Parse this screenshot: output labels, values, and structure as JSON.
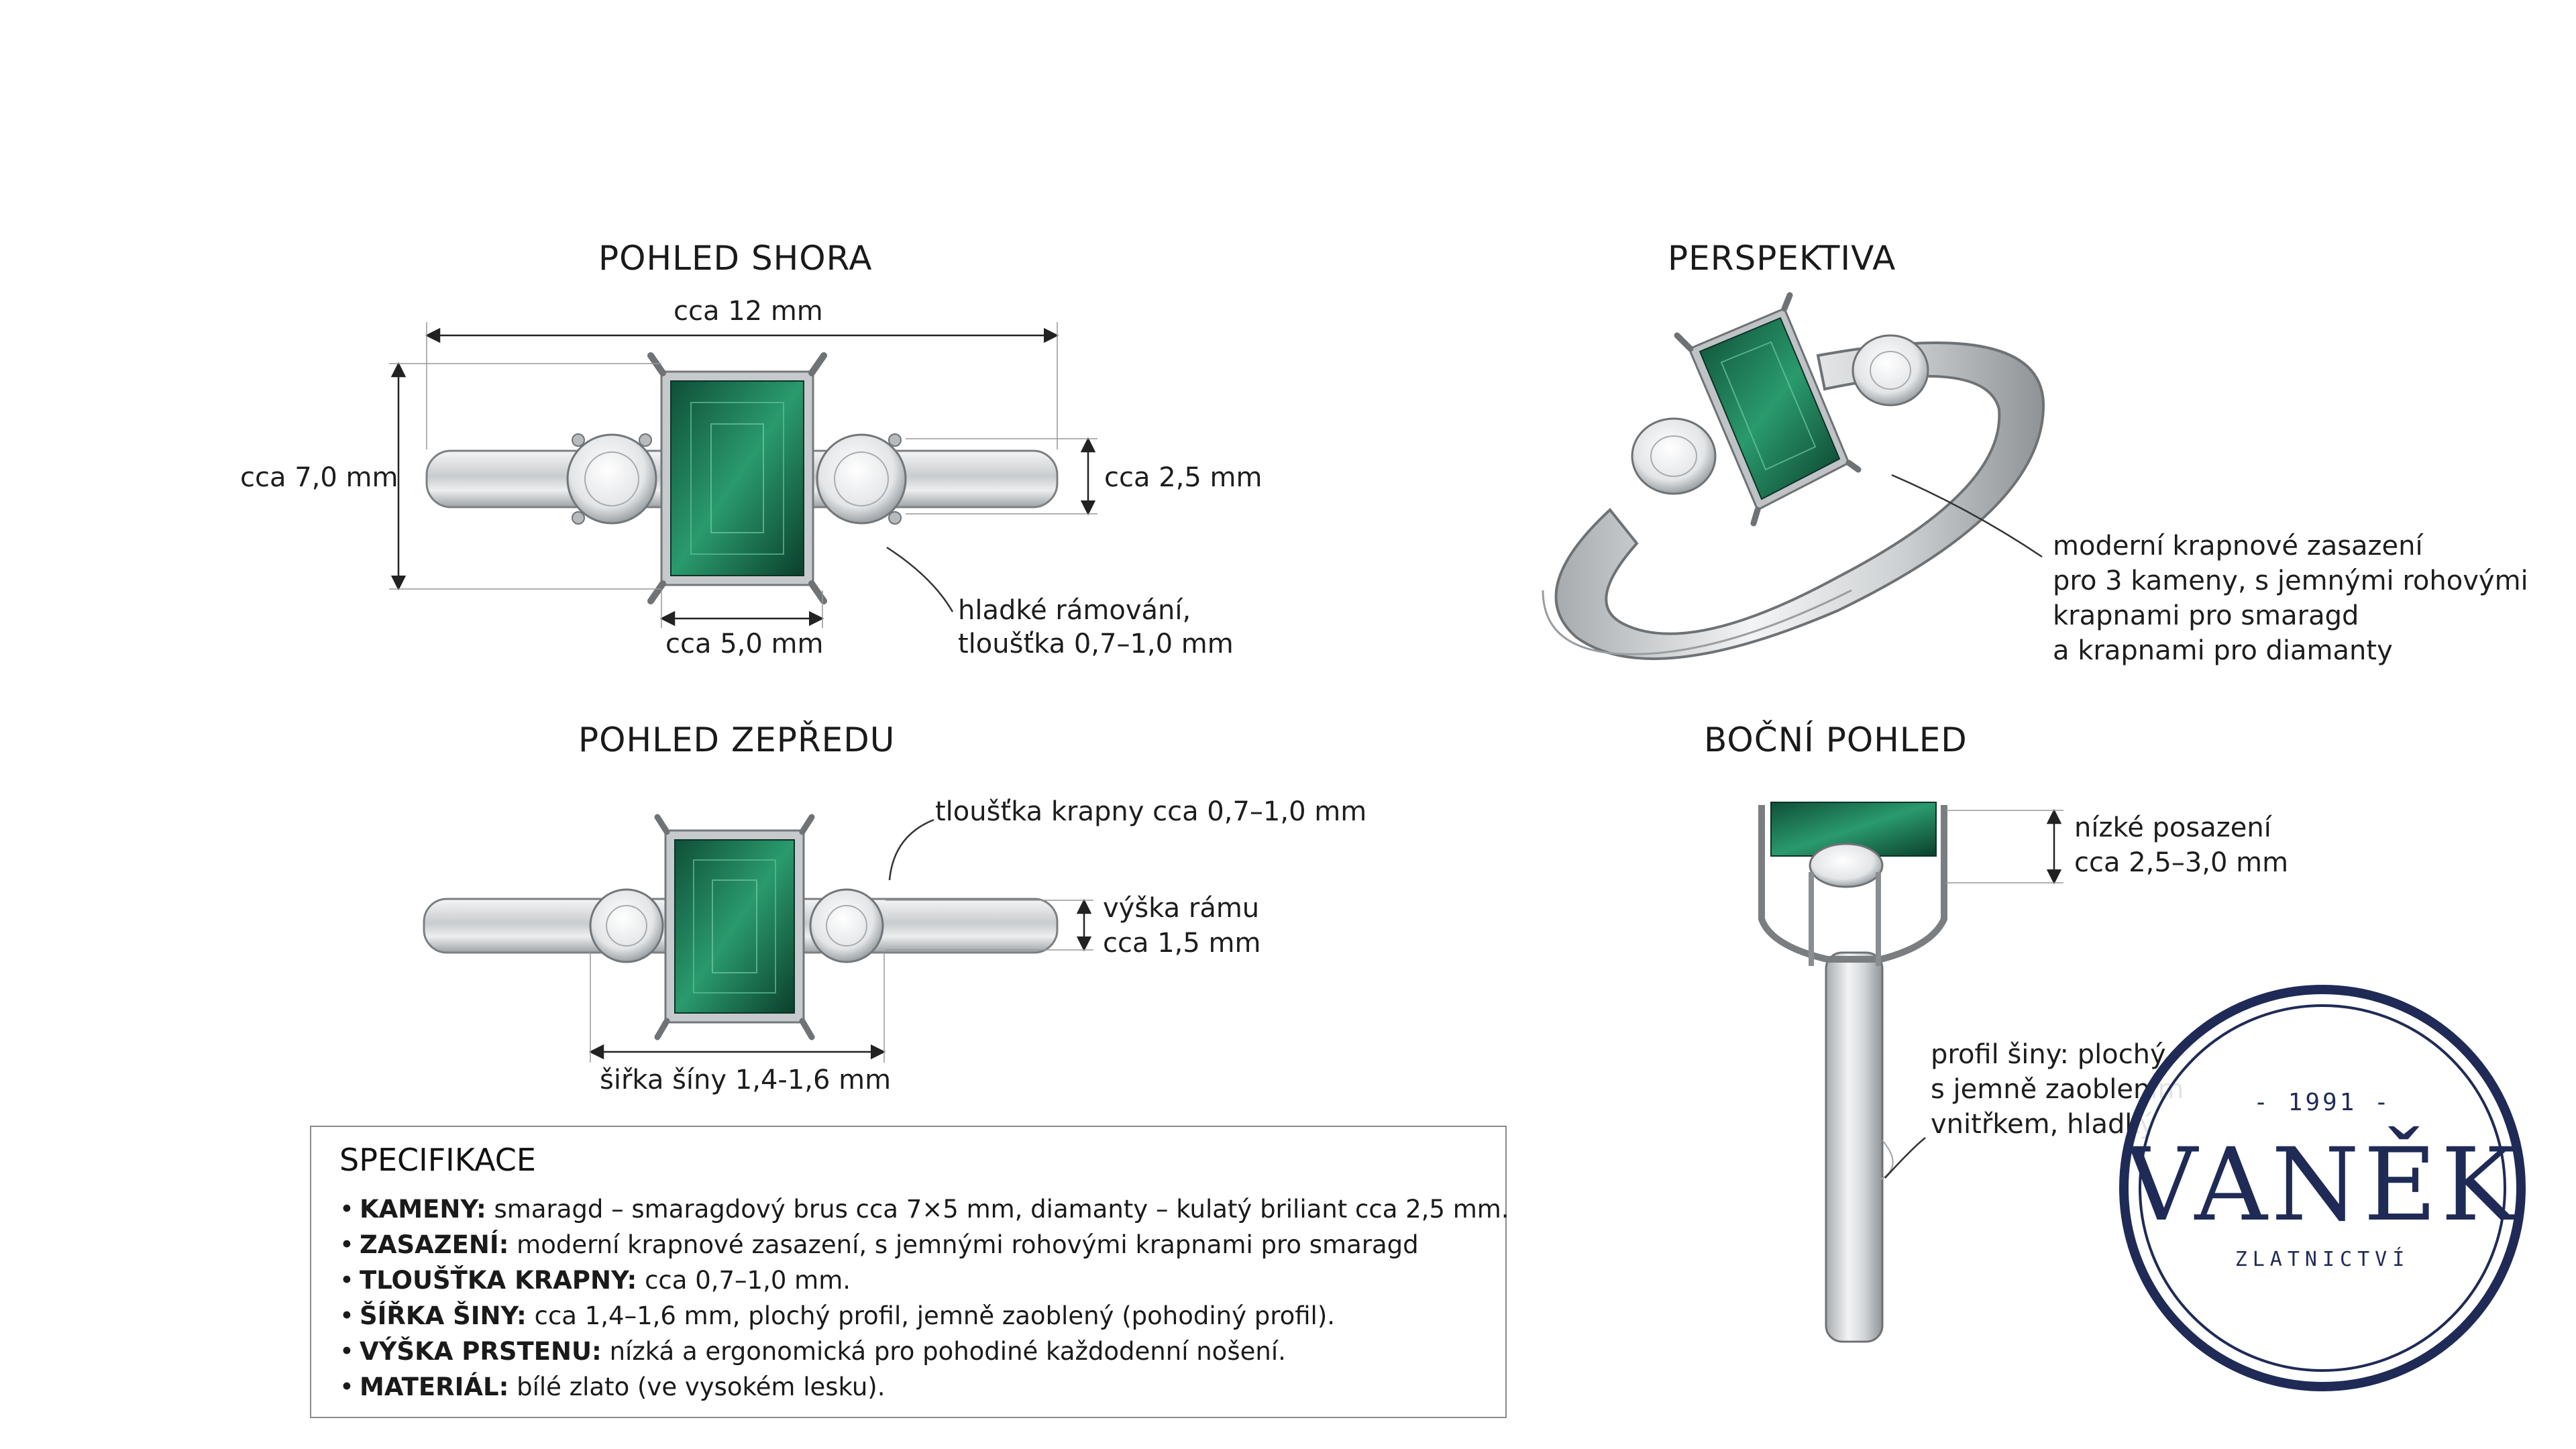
{
  "views": {
    "top": {
      "title": "POHLED SHORA",
      "width_label": "cca 12 mm",
      "height_label": "cca 7,0 mm",
      "side_height_label": "cca 2,5 mm",
      "stone_width_label": "cca 5,0 mm",
      "frame_note_1": "hladké rámování,",
      "frame_note_2": "tloušťka 0,7–1,0 mm"
    },
    "front": {
      "title": "POHLED ZEPŘEDU",
      "prong_note": "tloušťka krapny cca 0,7–1,0 mm",
      "frame_height_1": "výška rámu",
      "frame_height_2": "cca 1,5 mm",
      "band_width_label": "šiřka šíny 1,4-1,6 mm"
    },
    "perspective": {
      "title": "PERSPEKTIVA",
      "note_1": "moderní krapnové zasazení",
      "note_2": "pro 3 kameny, s jemnými rohovými",
      "note_3": "krapnami pro smaragd",
      "note_4": "a krapnami pro diamanty"
    },
    "side": {
      "title": "BOČNÍ POHLED",
      "setting_1": "nízké posazení",
      "setting_2": "cca 2,5–3,0 mm",
      "profile_1": "profil šiny: plochý",
      "profile_2": "s jemně zaoblením",
      "profile_3": "vnitřkem, hladký"
    }
  },
  "specs": {
    "title": "SPECIFIKACE",
    "items": [
      {
        "key": "KAMENY:",
        "value": " smaragd – smaragdový brus cca 7×5 mm, diamanty – kulatý briliant cca 2,5 mm."
      },
      {
        "key": "ZASAZENÍ:",
        "value": " moderní krapnové zasazení, s jemnými rohovými krapnami pro smaragd"
      },
      {
        "key": "TLOUŠŤKA KRAPNY:",
        "value": " cca 0,7–1,0 mm."
      },
      {
        "key": "ŠÍŘKA ŠINY:",
        "value": " cca 1,4–1,6 mm, plochý profil, jemně zaoblený (pohodiný profil)."
      },
      {
        "key": "VÝŠKA PRSTENU:",
        "value": " nízká a ergonomická pro pohodiné každodenní nošení."
      },
      {
        "key": "MATERIÁL:",
        "value": " bílé zlato (ve vysokém lesku)."
      }
    ]
  },
  "stamp": {
    "year": "- 1991 -",
    "brand": "VANĚK",
    "subtitle": "ZLATNICTVÍ"
  },
  "colors": {
    "emerald": "#1f7a57",
    "metal": "#c8cbcd",
    "stamp": "#1f2b56",
    "text": "#1d1d1d"
  }
}
